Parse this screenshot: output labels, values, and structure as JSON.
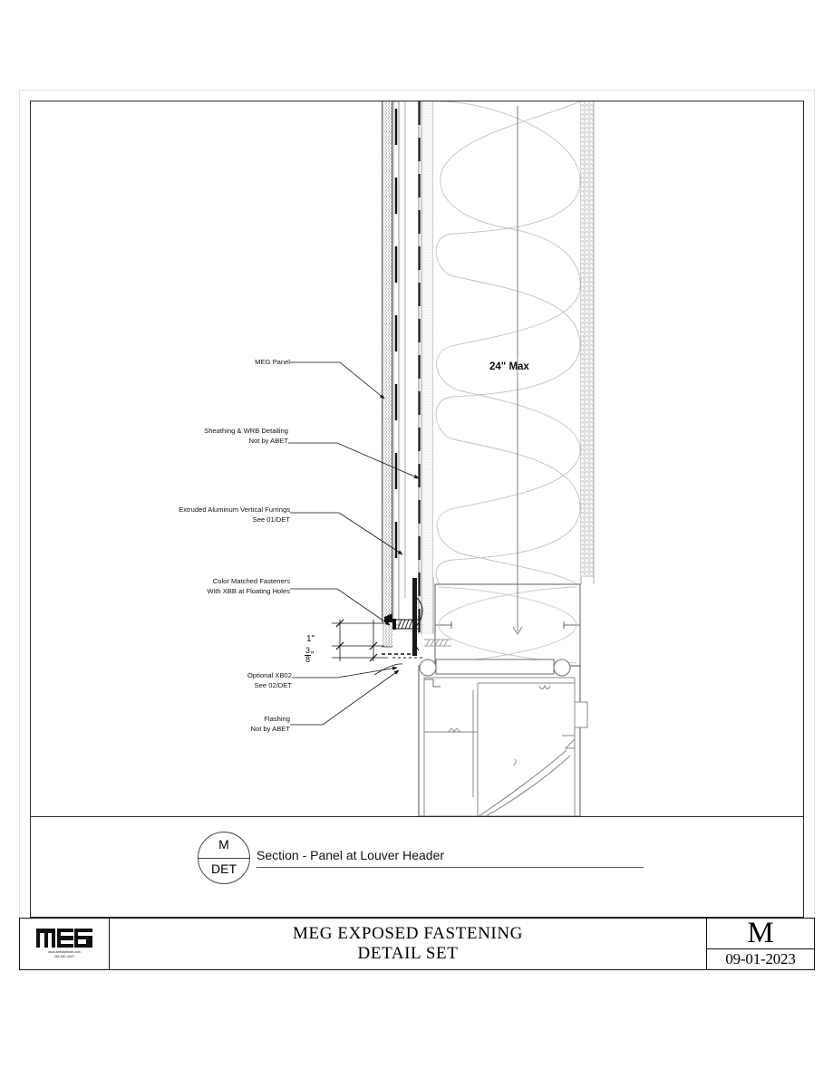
{
  "sheet": {
    "detail_number": "M",
    "detail_type": "DET",
    "detail_title": "Section - Panel at Louver Header"
  },
  "titleblock": {
    "project_line1": "MEG EXPOSED FASTENING",
    "project_line2": "DETAIL SET",
    "sheet_letter": "M",
    "date": "09-01-2023",
    "logo_text": "MEG",
    "logo_website": "www.abetlaminati.com",
    "logo_phone": "262-567-4427"
  },
  "annotations": {
    "meg_panel": "MEG Panel",
    "sheathing_l1": "Sheathing & WRB Detailing",
    "sheathing_l2": "Not by ABET",
    "furrings_l1": "Extruded Aluminum Vertical Furrings",
    "furrings_l2": "See 01/DET",
    "fasteners_l1": "Color Matched Fasteners",
    "fasteners_l2": "With XBB at Floating Holes",
    "xb02_l1": "Optional XB02",
    "xb02_l2": "See 02/DET",
    "flashing_l1": "Flashing",
    "flashing_l2": "Not by ABET"
  },
  "dimensions": {
    "dim_one": "1\"",
    "dim_frac_num": "3",
    "dim_frac_den": "8",
    "dim_frac_mark": "\"",
    "max_spacing": "24\" Max"
  },
  "colors": {
    "line": "#2b2b2b",
    "light_line": "#9a9a9a",
    "hatch": "#c9c9c9",
    "paper": "#ffffff"
  }
}
